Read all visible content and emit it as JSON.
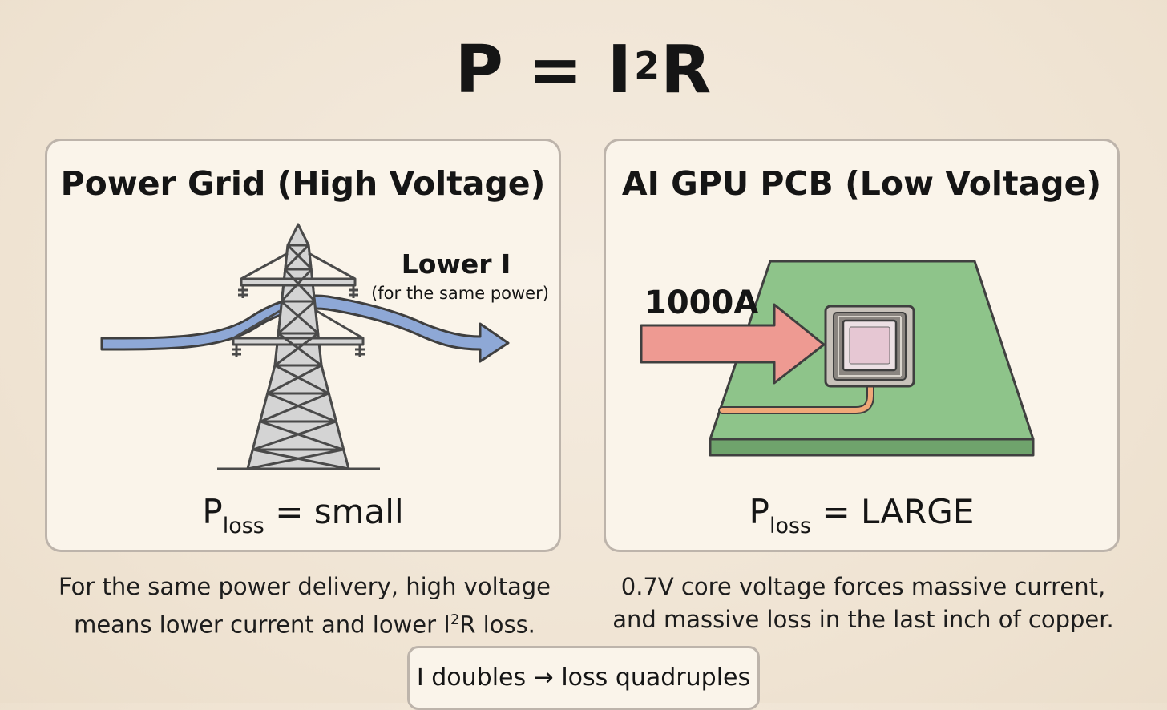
{
  "title": {
    "base": "P = I",
    "exponent": "2",
    "tail": "R"
  },
  "left_panel": {
    "title": "Power Grid (High Voltage)",
    "arrow_label": "Lower I",
    "arrow_sublabel": "(for the same power)",
    "loss_symbol": "P",
    "loss_subscript": "loss",
    "loss_value": " = small",
    "icon": "transmission-tower-icon",
    "current_arrow_color": "#8ea8d6"
  },
  "right_panel": {
    "title": "AI GPU PCB (Low Voltage)",
    "current_label": "1000A",
    "loss_symbol": "P",
    "loss_subscript": "loss",
    "loss_value": " = LARGE",
    "icon": "gpu-chip-icon",
    "pcb_color": "#8ec48a",
    "current_arrow_color": "#ee9a92"
  },
  "captions": {
    "left_line1": "For the same power delivery, high voltage",
    "left_line2_part1": "means lower current and lower I",
    "left_line2_sup": "2",
    "left_line2_part2": "R loss.",
    "right_line1": "0.7V core voltage forces massive current,",
    "right_line2": "and massive loss in the last inch of copper."
  },
  "bottom_box": {
    "text": "I doubles → loss quadruples"
  }
}
